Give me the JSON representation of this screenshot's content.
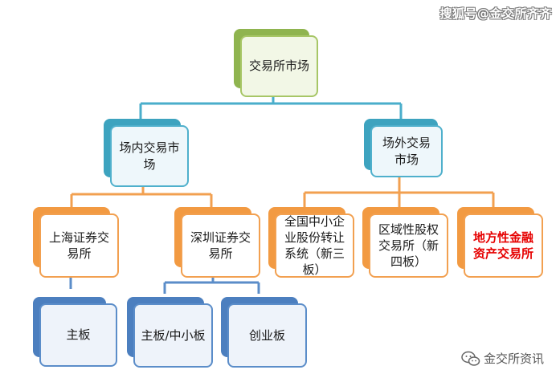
{
  "watermark": "搜狐号@金交所齐齐",
  "brand": "金交所资讯",
  "nodes": {
    "root": "交易所市场",
    "on_exchange": "场内交易市场",
    "off_exchange": "场外交易市场",
    "shanghai": "上海证券交易所",
    "shenzhen": "深圳证券交易所",
    "neeq": "全国中小企业股份转让系统（新三板）",
    "regional": "区域性股权交易所（新四板）",
    "local_finance": "地方性金融资产交易所",
    "main_board": "主板",
    "main_sme_board": "主板/中小板",
    "chinext": "创业板"
  },
  "colors": {
    "green": "#8fb44f",
    "blue": "#3da3bf",
    "orange": "#f29a42",
    "navy": "#4c7fbf",
    "highlight_text": "#e60000"
  }
}
